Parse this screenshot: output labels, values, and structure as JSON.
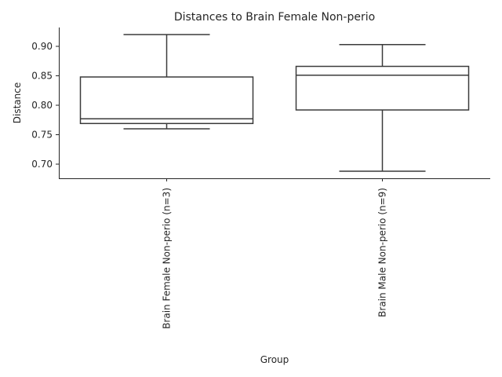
{
  "chart_data": {
    "type": "box",
    "title": "Distances to Brain Female Non-perio",
    "xlabel": "Group",
    "ylabel": "Distance",
    "ylim": [
      0.676,
      0.932
    ],
    "yticks": [
      0.7,
      0.75,
      0.8,
      0.85,
      0.9
    ],
    "ytick_labels": [
      "0.70",
      "0.75",
      "0.80",
      "0.85",
      "0.90"
    ],
    "grid": false,
    "categories": [
      "Brain Female Non-perio (n=3)",
      "Brain Male Non-perio (n=9)"
    ],
    "boxes": [
      {
        "whislo": 0.76,
        "q1": 0.769,
        "med": 0.777,
        "q3": 0.848,
        "whishi": 0.92
      },
      {
        "whislo": 0.688,
        "q1": 0.792,
        "med": 0.851,
        "q3": 0.866,
        "whishi": 0.903
      }
    ]
  }
}
